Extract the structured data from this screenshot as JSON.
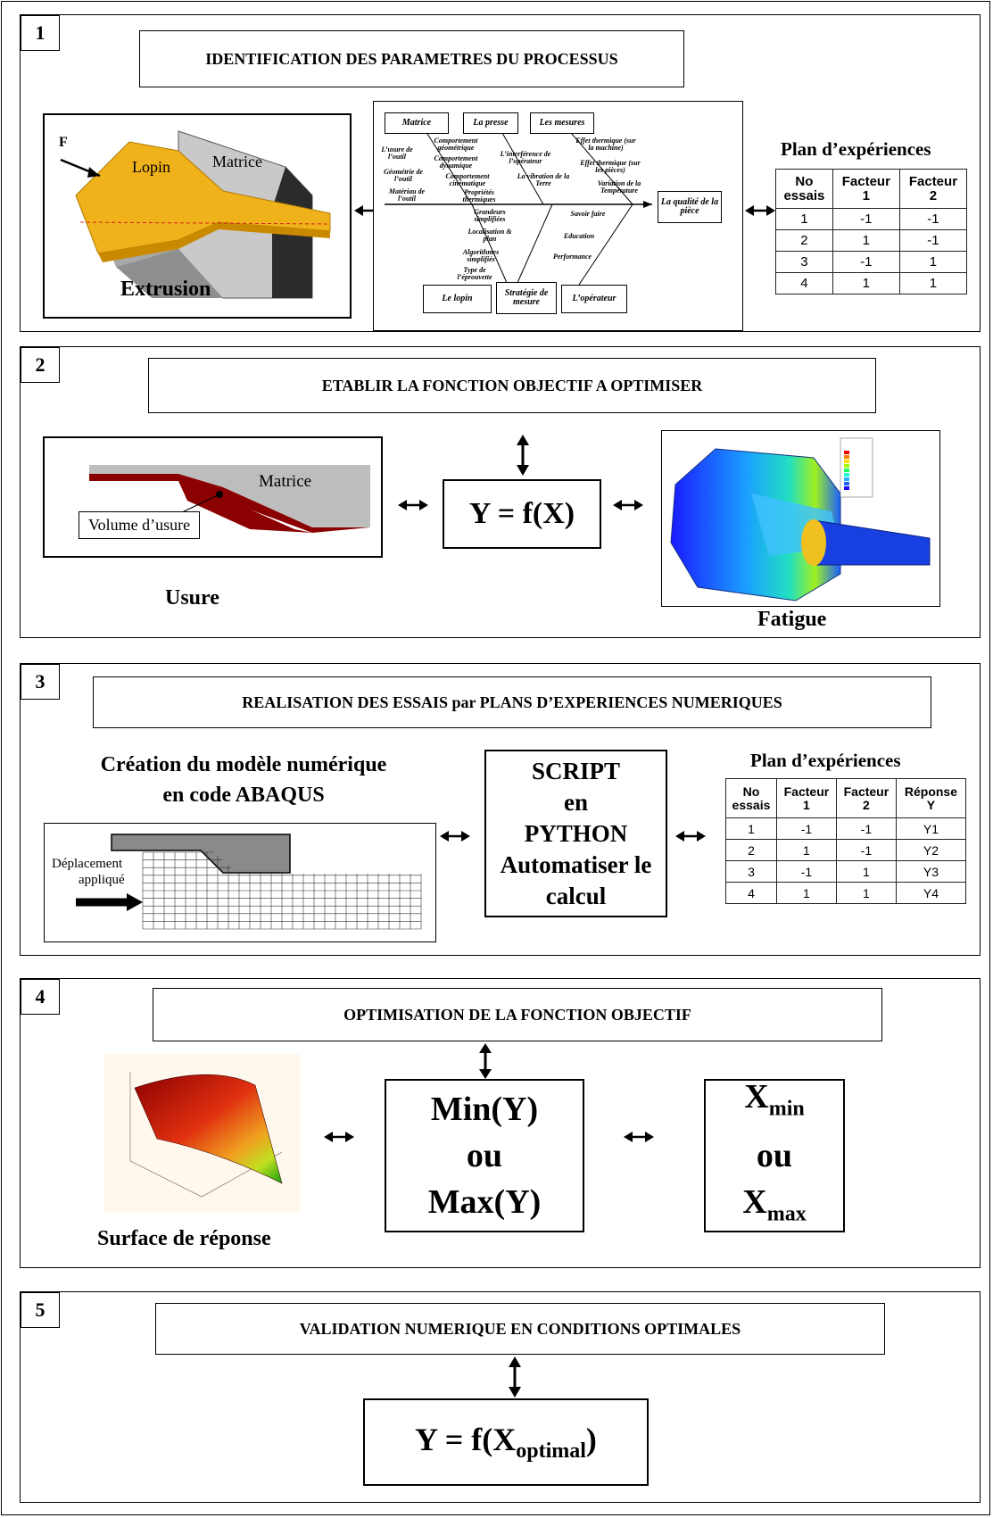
{
  "sections": [
    {
      "num": "1",
      "title": "IDENTIFICATION DES PARAMETRES DU PROCESSUS"
    },
    {
      "num": "2",
      "title": "ETABLIR LA FONCTION OBJECTIF A OPTIMISER"
    },
    {
      "num": "3",
      "title": "REALISATION DES ESSAIS  par  PLANS D’EXPERIENCES NUMERIQUES"
    },
    {
      "num": "4",
      "title": "OPTIMISATION DE LA FONCTION OBJECTIF"
    },
    {
      "num": "5",
      "title": "VALIDATION NUMERIQUE EN CONDITIONS OPTIMALES"
    }
  ],
  "s1": {
    "extrusion_label": "Extrusion",
    "force_label": "F",
    "lopin_label": "Lopin",
    "matrice_label": "Matrice",
    "fishbone": {
      "top_categories": [
        "Matrice",
        "La presse",
        "Les mesures"
      ],
      "bottom_categories": [
        "Le lopin",
        "Stratégie de mesure",
        "L’opérateur"
      ],
      "effect": "La qualité de la pièce",
      "matrice_causes": [
        "L’usure de l’outil",
        "Géométrie de l’outil",
        "Matériau de l’outil"
      ],
      "presse_causes": [
        "Comportement géométrique",
        "Comportement dynamique",
        "Comportement cinématique",
        "Propriétés thermiques"
      ],
      "mesures_causes": [
        "Effet thermique (sur la machine)",
        "L’interférence de l’opérateur",
        "Effet thermique (sur les pièces)",
        "La vibration de la Terre",
        "Variation de la Température"
      ],
      "lopin_causes": [
        "Grandeurs simplifiées",
        "Localisation & plan",
        "Algorithmes simplifiés",
        "Type de l’éprouvette"
      ],
      "operateur_causes": [
        "Savoir faire",
        "Education",
        "Performance"
      ]
    },
    "plan_title": "Plan d’expériences",
    "table": {
      "headers": [
        [
          "No",
          "essais"
        ],
        [
          "Facteur",
          "1"
        ],
        [
          "Facteur",
          "2"
        ]
      ],
      "rows": [
        [
          "1",
          "-1",
          "-1"
        ],
        [
          "2",
          "1",
          "-1"
        ],
        [
          "3",
          "-1",
          "1"
        ],
        [
          "4",
          "1",
          "1"
        ]
      ]
    }
  },
  "s2": {
    "equation": "Y = f(X)",
    "matrice_label": "Matrice",
    "volume_label": "Volume d’usure",
    "usure_label": "Usure",
    "fatigue_label": "Fatigue"
  },
  "s3": {
    "model_title_1": "Création du modèle numérique",
    "model_title_2": "en code ABAQUS",
    "displacement_1": "Déplacement",
    "displacement_2": "appliqué",
    "script_lines": [
      "SCRIPT",
      "en",
      "PYTHON",
      "Automatiser le",
      "calcul"
    ],
    "plan_title": "Plan d’expériences",
    "table": {
      "headers": [
        [
          "No",
          "essais"
        ],
        [
          "Facteur",
          "1"
        ],
        [
          "Facteur",
          "2"
        ],
        [
          "Réponse",
          "Y"
        ]
      ],
      "rows": [
        [
          "1",
          "-1",
          "-1",
          "Y1"
        ],
        [
          "2",
          "1",
          "-1",
          "Y2"
        ],
        [
          "3",
          "-1",
          "1",
          "Y3"
        ],
        [
          "4",
          "1",
          "1",
          "Y4"
        ]
      ]
    }
  },
  "s4": {
    "opt_lines": [
      "Min(Y)",
      "ou",
      "Max(Y)"
    ],
    "x_base": "X",
    "x_min_sub": "min",
    "x_or": "ou",
    "x_max_sub": "max",
    "surface_label": "Surface de réponse"
  },
  "s5": {
    "eq_prefix": "Y = f(X",
    "eq_sub": "optimal",
    "eq_suffix": ")"
  },
  "colors": {
    "lopin": "#f0b21a",
    "wear": "#8b0000",
    "die_grey": "#bdbdbd"
  }
}
